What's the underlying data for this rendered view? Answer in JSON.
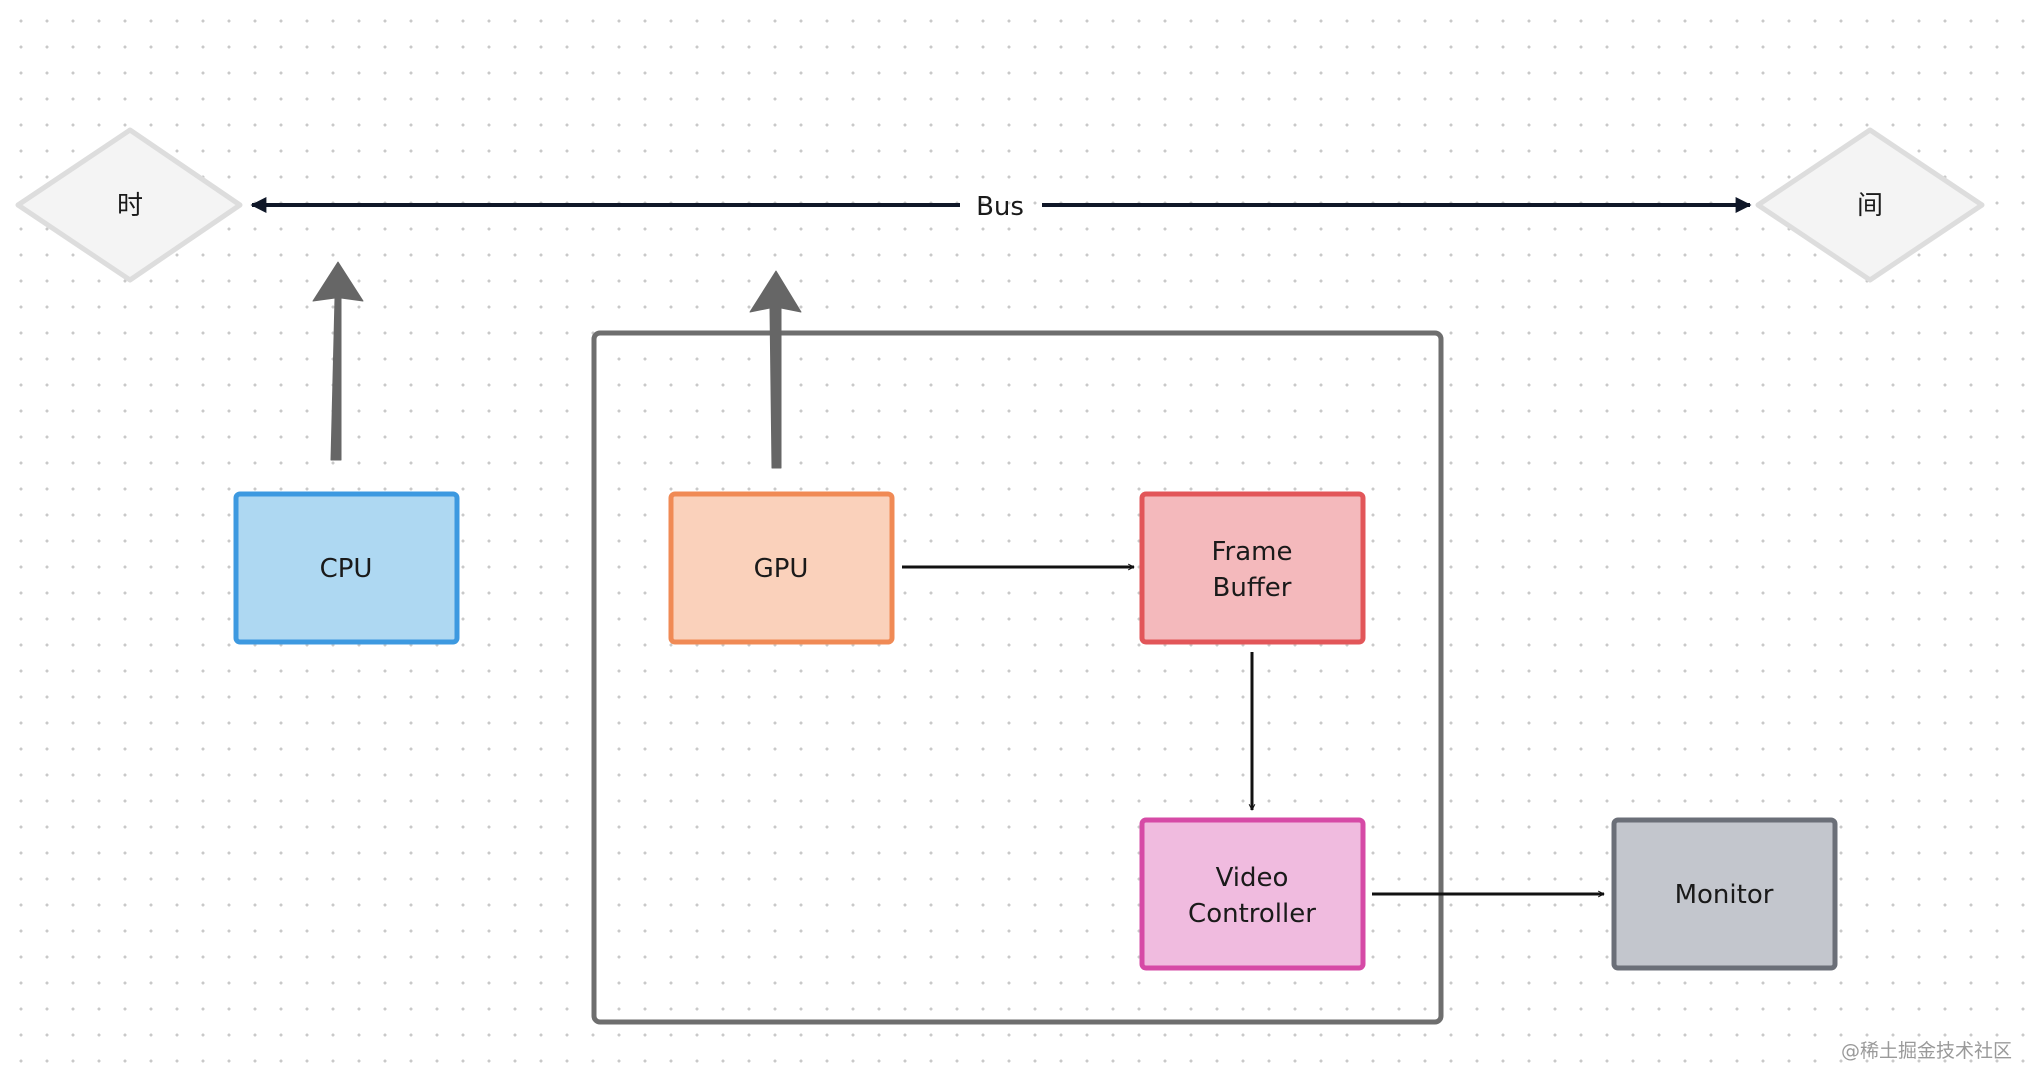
{
  "nodes": {
    "time_left": "时",
    "time_right": "间",
    "cpu": "CPU",
    "gpu": "GPU",
    "frame_buffer": [
      "Frame",
      "Buffer"
    ],
    "video_controller": [
      "Video",
      "Controller"
    ],
    "monitor": "Monitor"
  },
  "edges": {
    "bus": "Bus"
  },
  "watermark": "@稀土掘金技术社区",
  "colors": {
    "cpu_fill": "#aed8f2",
    "cpu_stroke": "#3d99e0",
    "gpu_fill": "#fad1bb",
    "gpu_stroke": "#f08a55",
    "frame_buffer_fill": "#f4b9bc",
    "frame_buffer_stroke": "#e25659",
    "video_controller_fill": "#f0bbdf",
    "video_controller_stroke": "#d64aa6",
    "monitor_fill": "#c3c6cd",
    "monitor_stroke": "#6b6f78",
    "diamond_fill": "#f4f4f4",
    "diamond_stroke": "#dddddd",
    "container_stroke": "#6e6e6e",
    "bus_arrow": "#0f1728",
    "up_arrow": "#666666"
  }
}
